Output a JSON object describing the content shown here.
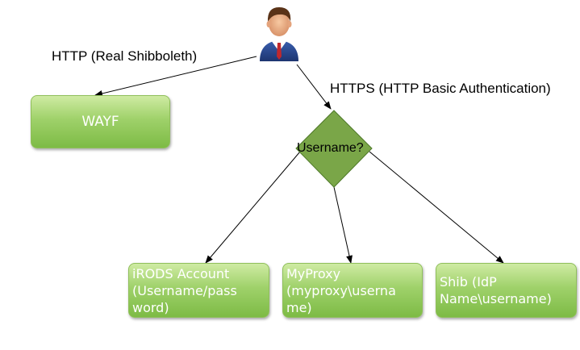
{
  "labels": {
    "http": "HTTP (Real Shibboleth)",
    "https": "HTTPS (HTTP Basic Authentication)"
  },
  "decision": {
    "label": "Username?",
    "color": "#7aa648"
  },
  "nodes": {
    "wayf": "WAYF",
    "irods": "iRODS Account\n(Username/pass\nword)",
    "myproxy": "MyProxy\n(myproxy\\userna\nme)",
    "shib": "Shib (IdP\nName\\username)"
  },
  "icons": {
    "user": "user-avatar-icon"
  },
  "colors": {
    "node_light": "#cfeba3",
    "node_dark": "#7dbb45",
    "node_text": "#ffffff",
    "arrow": "#000000"
  }
}
